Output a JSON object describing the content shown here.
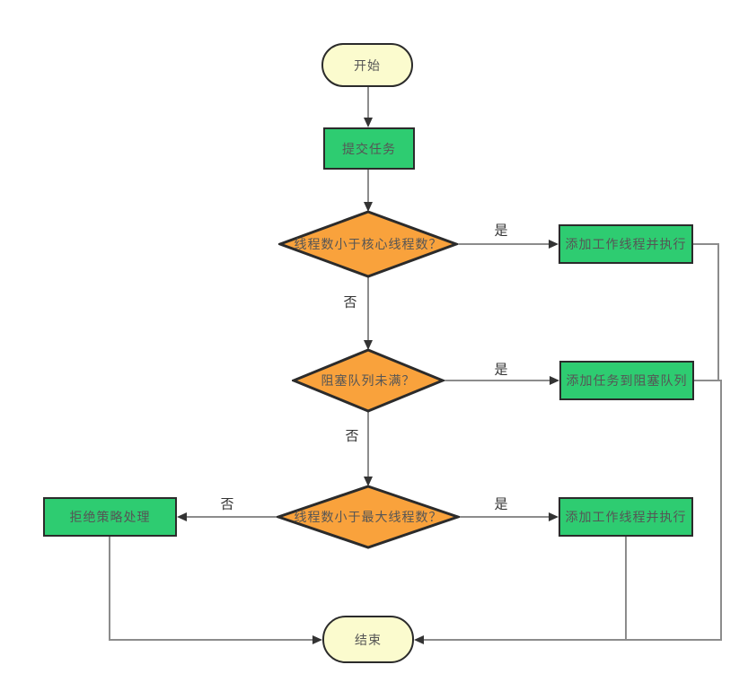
{
  "diagram": {
    "nodes": {
      "start": {
        "label": "开始"
      },
      "submit": {
        "label": "提交任务"
      },
      "d1": {
        "label": "线程数小于核心线程数？"
      },
      "box1": {
        "label": "添加工作线程并执行"
      },
      "d2": {
        "label": "阻塞队列未满？"
      },
      "box2": {
        "label": "添加任务到阻塞队列"
      },
      "d3": {
        "label": "线程数小于最大线程数？"
      },
      "box3": {
        "label": "添加工作线程并执行"
      },
      "reject": {
        "label": "拒绝策略处理"
      },
      "end": {
        "label": "结束"
      }
    },
    "edge_labels": {
      "d1_yes": "是",
      "d1_no": "否",
      "d2_yes": "是",
      "d2_no": "否",
      "d3_yes": "是",
      "d3_no": "否"
    },
    "colors": {
      "background": "#ffffff",
      "process_fill": "#2ecc71",
      "decision_fill": "#f9a23c",
      "terminal_fill": "#fbfbce",
      "shape_border": "#2b2b2b",
      "connector": "#8c8c8c",
      "arrowhead": "#333333",
      "node_text": "#555555",
      "label_text": "#333333"
    }
  }
}
